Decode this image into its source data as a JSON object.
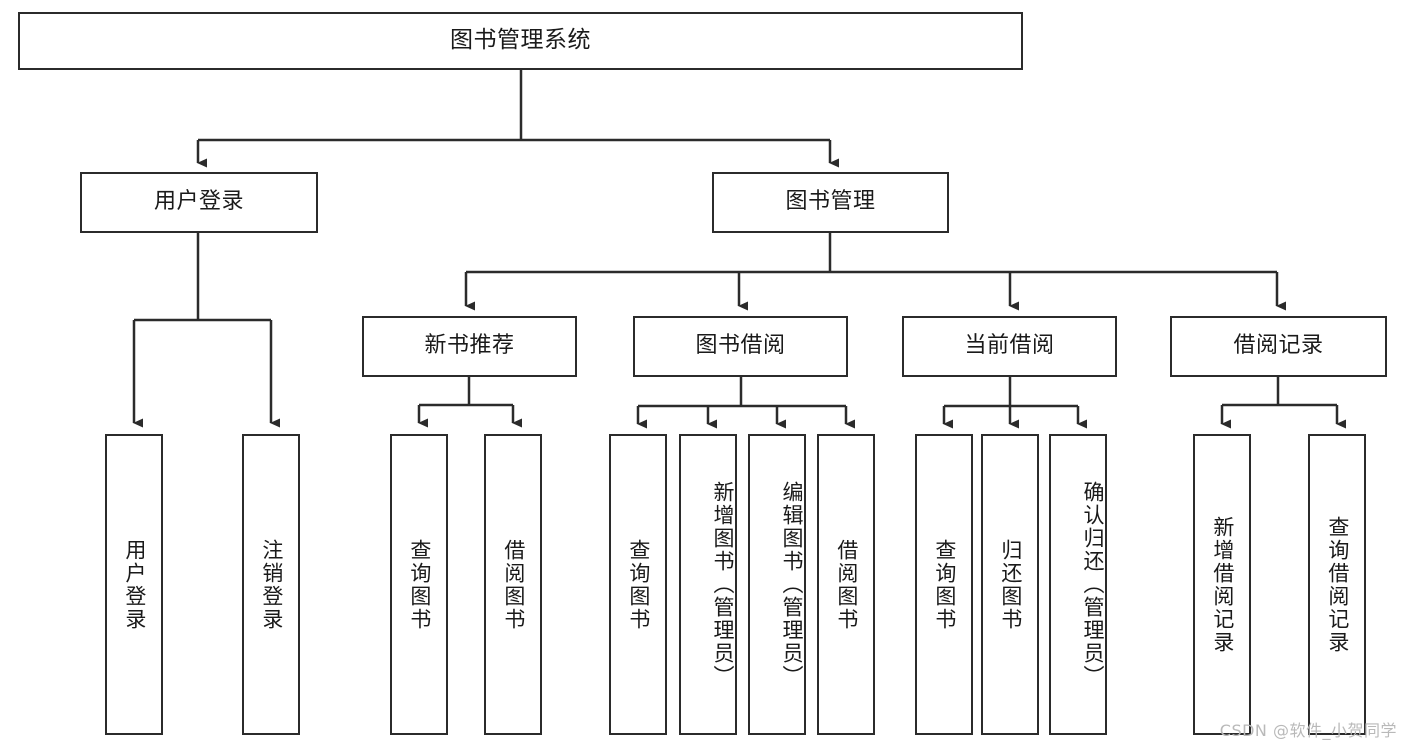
{
  "diagram": {
    "title": "图书管理系统",
    "type": "tree",
    "watermark": "CSDN @软件_小贺同学",
    "colors": {
      "box_border": "#2b2b2b",
      "box_fill": "#ffffff",
      "connector": "#2b2b2b",
      "text": "#1a1a1a",
      "watermark": "#b9b9b9"
    },
    "root": {
      "id": "root",
      "label": "图书管理系统"
    },
    "level2": [
      {
        "id": "user-login",
        "label": "用户登录"
      },
      {
        "id": "book-manage",
        "label": "图书管理"
      }
    ],
    "level3": [
      {
        "id": "new-book-recommend",
        "label": "新书推荐",
        "parent": "book-manage"
      },
      {
        "id": "book-borrow",
        "label": "图书借阅",
        "parent": "book-manage"
      },
      {
        "id": "current-borrow",
        "label": "当前借阅",
        "parent": "book-manage"
      },
      {
        "id": "borrow-record",
        "label": "借阅记录",
        "parent": "book-manage"
      }
    ],
    "leaves": {
      "user_login": [
        {
          "id": "leaf-user-login",
          "label": "用户登录"
        },
        {
          "id": "leaf-logout-login",
          "label": "注销登录"
        }
      ],
      "new_book_recommend": [
        {
          "id": "leaf-query-book-1",
          "label": "查询图书"
        },
        {
          "id": "leaf-borrow-book-1",
          "label": "借阅图书"
        }
      ],
      "book_borrow": [
        {
          "id": "leaf-query-book-2",
          "label": "查询图书"
        },
        {
          "id": "leaf-add-book",
          "label": "新增图书（管理员）"
        },
        {
          "id": "leaf-edit-book",
          "label": "编辑图书（管理员）"
        },
        {
          "id": "leaf-borrow-book-2",
          "label": "借阅图书"
        }
      ],
      "current_borrow": [
        {
          "id": "leaf-query-book-3",
          "label": "查询图书"
        },
        {
          "id": "leaf-return-book",
          "label": "归还图书"
        },
        {
          "id": "leaf-confirm-return",
          "label": "确认归还（管理员）"
        }
      ],
      "borrow_record": [
        {
          "id": "leaf-add-record",
          "label": "新增借阅记录"
        },
        {
          "id": "leaf-query-record",
          "label": "查询借阅记录"
        }
      ]
    }
  }
}
